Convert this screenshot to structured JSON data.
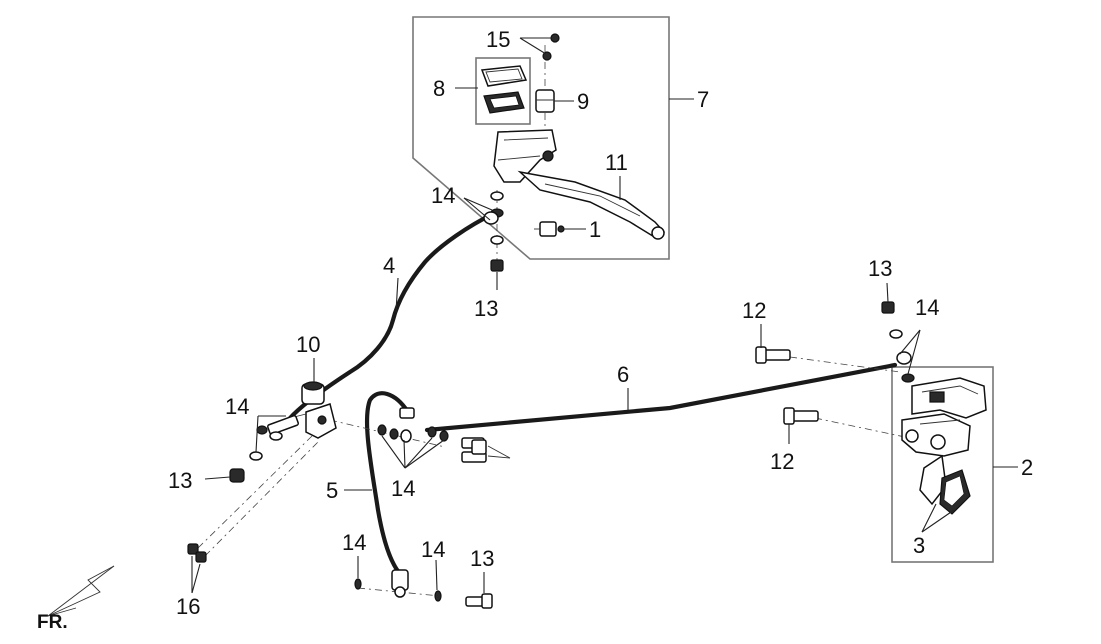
{
  "diagram": {
    "callouts": {
      "c1": "1",
      "c2": "2",
      "c3": "3",
      "c4": "4",
      "c5": "5",
      "c6": "6",
      "c7": "7",
      "c8": "8",
      "c9": "9",
      "c10": "10",
      "c11": "11",
      "c12a": "12",
      "c12b": "12",
      "c13a": "13",
      "c13b": "13",
      "c13c": "13",
      "c13d": "13",
      "c14a": "14",
      "c14b": "14",
      "c14c": "14",
      "c14d": "14",
      "c14e": "14",
      "c14f": "14",
      "c15": "15",
      "c16": "16"
    },
    "direction_label": "FR."
  }
}
